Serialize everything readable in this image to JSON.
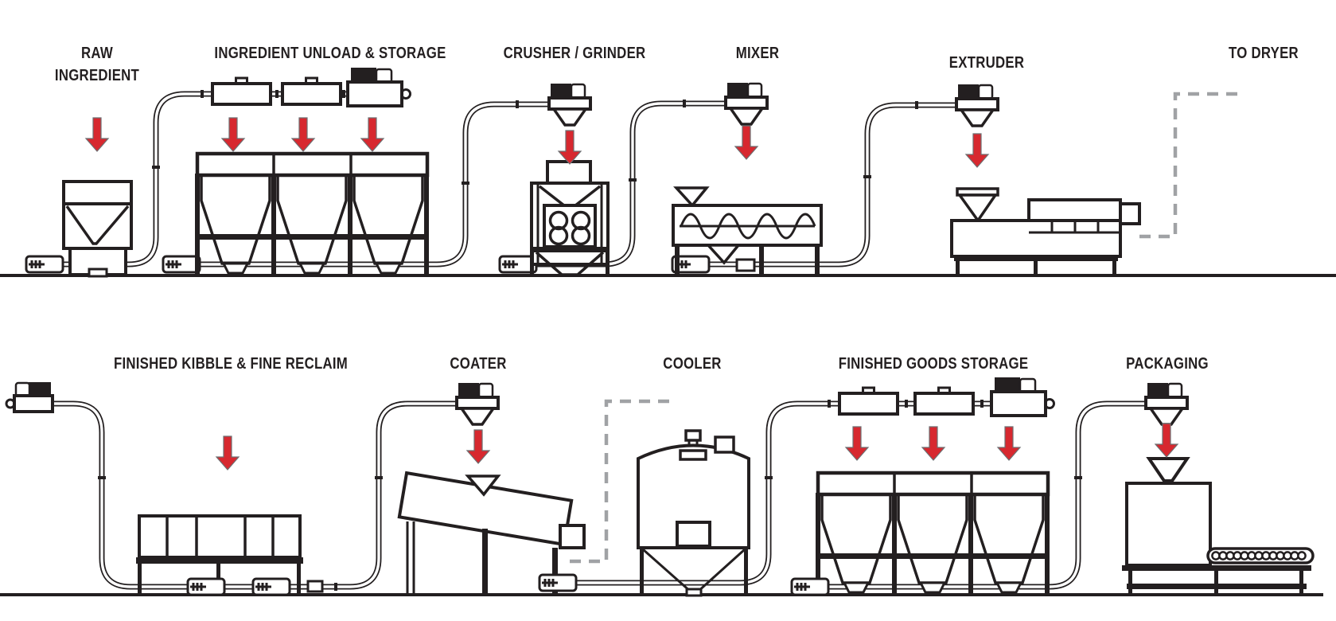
{
  "colors": {
    "ink": "#231f20",
    "accent_red": "#d7282f",
    "dashed_gray": "#a0a2a5",
    "background": "#ffffff"
  },
  "rows": [
    {
      "name": "top",
      "stations": [
        "raw_ingredient",
        "ingredient_unload",
        "crusher",
        "mixer",
        "extruder",
        "to_dryer"
      ]
    },
    {
      "name": "bottom",
      "stations": [
        "finished_kibble",
        "coater",
        "cooler",
        "finished_goods",
        "packaging"
      ]
    }
  ],
  "stations": {
    "raw_ingredient": {
      "label_line1": "RAW",
      "label_line2": "INGREDIENT"
    },
    "ingredient_unload": {
      "label": "INGREDIENT UNLOAD & STORAGE"
    },
    "crusher": {
      "label": "CRUSHER / GRINDER"
    },
    "mixer": {
      "label": "MIXER"
    },
    "extruder": {
      "label": "EXTRUDER"
    },
    "to_dryer": {
      "label": "TO DRYER"
    },
    "finished_kibble": {
      "label": "FINISHED KIBBLE & FINE RECLAIM"
    },
    "coater": {
      "label": "COATER"
    },
    "cooler": {
      "label": "COOLER"
    },
    "finished_goods": {
      "label": "FINISHED GOODS STORAGE"
    },
    "packaging": {
      "label": "PACKAGING"
    }
  }
}
